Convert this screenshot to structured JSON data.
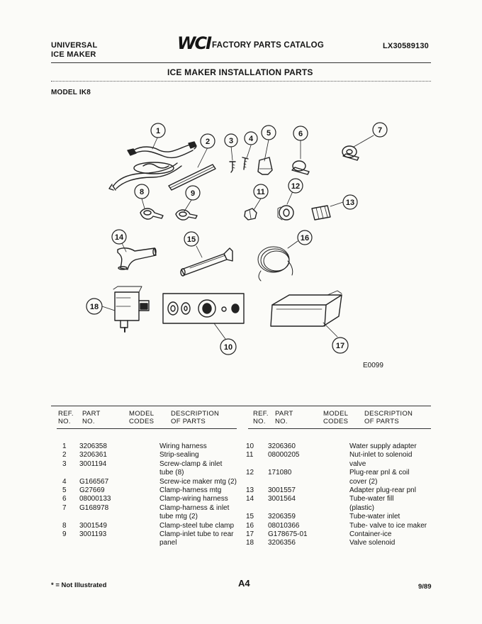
{
  "header": {
    "brand_left_line1": "UNIVERSAL",
    "brand_left_line2": "ICE MAKER",
    "logo_text": "WCI",
    "catalog_title": "FACTORY PARTS CATALOG",
    "catalog_number": "LX30589130",
    "section_title": "ICE MAKER INSTALLATION PARTS",
    "model": "MODEL IK8"
  },
  "diagram": {
    "code": "E0099",
    "callouts": [
      "1",
      "2",
      "3",
      "4",
      "5",
      "6",
      "7",
      "8",
      "9",
      "10",
      "11",
      "12",
      "13",
      "14",
      "15",
      "16",
      "17",
      "18"
    ]
  },
  "table": {
    "headers": {
      "ref_no": [
        "REF.",
        "NO."
      ],
      "part_no": [
        "PART",
        "NO."
      ],
      "model_codes": [
        "MODEL",
        "CODES"
      ],
      "description": [
        "DESCRIPTION",
        "OF PARTS"
      ]
    },
    "left": [
      {
        "ref": "1",
        "part": "3206358",
        "desc": [
          "Wiring harness"
        ]
      },
      {
        "ref": "2",
        "part": "3206361",
        "desc": [
          "Strip-sealing"
        ]
      },
      {
        "ref": "3",
        "part": "3001194",
        "desc": [
          "Screw-clamp & inlet",
          "tube (8)"
        ]
      },
      {
        "ref": "4",
        "part": "G166567",
        "desc": [
          "Screw-ice maker mtg (2)"
        ]
      },
      {
        "ref": "5",
        "part": "G27669",
        "desc": [
          "Clamp-harness mtg"
        ]
      },
      {
        "ref": "6",
        "part": "08000133",
        "desc": [
          "Clamp-wiring harness"
        ]
      },
      {
        "ref": "7",
        "part": "G168978",
        "desc": [
          "Clamp-harness & inlet",
          "tube mtg (2)"
        ]
      },
      {
        "ref": "8",
        "part": "3001549",
        "desc": [
          "Clamp-steel tube clamp"
        ]
      },
      {
        "ref": "9",
        "part": "3001193",
        "desc": [
          "Clamp-inlet tube to rear",
          "panel"
        ]
      }
    ],
    "right": [
      {
        "ref": "10",
        "part": "3206360",
        "desc": [
          "Water supply adapter"
        ]
      },
      {
        "ref": "11",
        "part": "08000205",
        "desc": [
          "Nut-inlet to solenoid",
          "valve"
        ]
      },
      {
        "ref": "12",
        "part": "171080",
        "desc": [
          "Plug-rear pnl & coil",
          "cover (2)"
        ]
      },
      {
        "ref": "13",
        "part": "3001557",
        "desc": [
          "Adapter plug-rear pnl"
        ]
      },
      {
        "ref": "14",
        "part": "3001564",
        "desc": [
          "Tube-water fill",
          "(plastic)"
        ]
      },
      {
        "ref": "15",
        "part": "3206359",
        "desc": [
          "Tube-water inlet"
        ]
      },
      {
        "ref": "16",
        "part": "08010366",
        "desc": [
          "Tube- valve to ice maker"
        ]
      },
      {
        "ref": "17",
        "part": "G178675-01",
        "desc": [
          "Container-ice"
        ]
      },
      {
        "ref": "18",
        "part": "3206356",
        "desc": [
          "Valve solenoid"
        ]
      }
    ]
  },
  "footer": {
    "note": "* = Not Illustrated",
    "page": "A4",
    "date": "9/89"
  }
}
